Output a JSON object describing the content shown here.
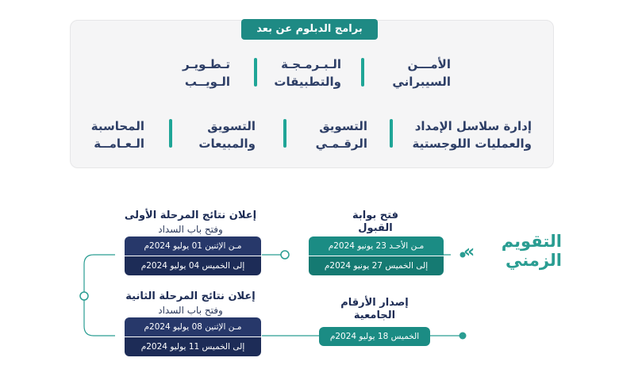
{
  "programs": {
    "title": "برامج الدبلوم عن بعد",
    "row1": [
      {
        "line1": "الأمـــن",
        "line2": "السيبراني"
      },
      {
        "line1": "الـبـرمـجـة",
        "line2": "والتطبيقات"
      },
      {
        "line1": "تـطـويـر",
        "line2": "الـويــب"
      }
    ],
    "row2": [
      {
        "line1": "إدارة سلاسل الإمداد",
        "line2": "والعمليات اللوجستية"
      },
      {
        "line1": "التسويق",
        "line2": "الرقـمـي"
      },
      {
        "line1": "التسويق",
        "line2": "والمبيعات"
      },
      {
        "line1": "المحاسبة",
        "line2": "الـعـامــة"
      }
    ]
  },
  "timeline": {
    "title_line1": "التقويم",
    "title_line2": "الزمني",
    "chevron": "»",
    "admission": {
      "heading_line1": "فتح بوابة",
      "heading_line2": "القبول",
      "from": "مـن الأحـد 23 يونيو 2024م",
      "to": "إلى الخميس 27 يونيو 2024م"
    },
    "numbers": {
      "heading_line1": "إصدار الأرقام",
      "heading_line2": "الجامعية",
      "date": "الخميس 18 يوليو 2024م"
    },
    "phase1": {
      "heading": "إعلان نتائج المرحلة الأولى",
      "sub": "وفتح باب السداد",
      "from": "مـن الإثنين 01 يوليو 2024م",
      "to": "إلى الخميس 04 يوليو 2024م"
    },
    "phase2": {
      "heading": "إعلان نتائج المرحلة الثانية",
      "sub": "وفتح باب السداد",
      "from": "مـن الإثنين 08 يوليو 2024م",
      "to": "إلى الخميس 11 يوليو 2024م"
    }
  },
  "colors": {
    "teal": "#1e8a84",
    "navy": "#1d2c57",
    "accent": "#2a9d92"
  }
}
